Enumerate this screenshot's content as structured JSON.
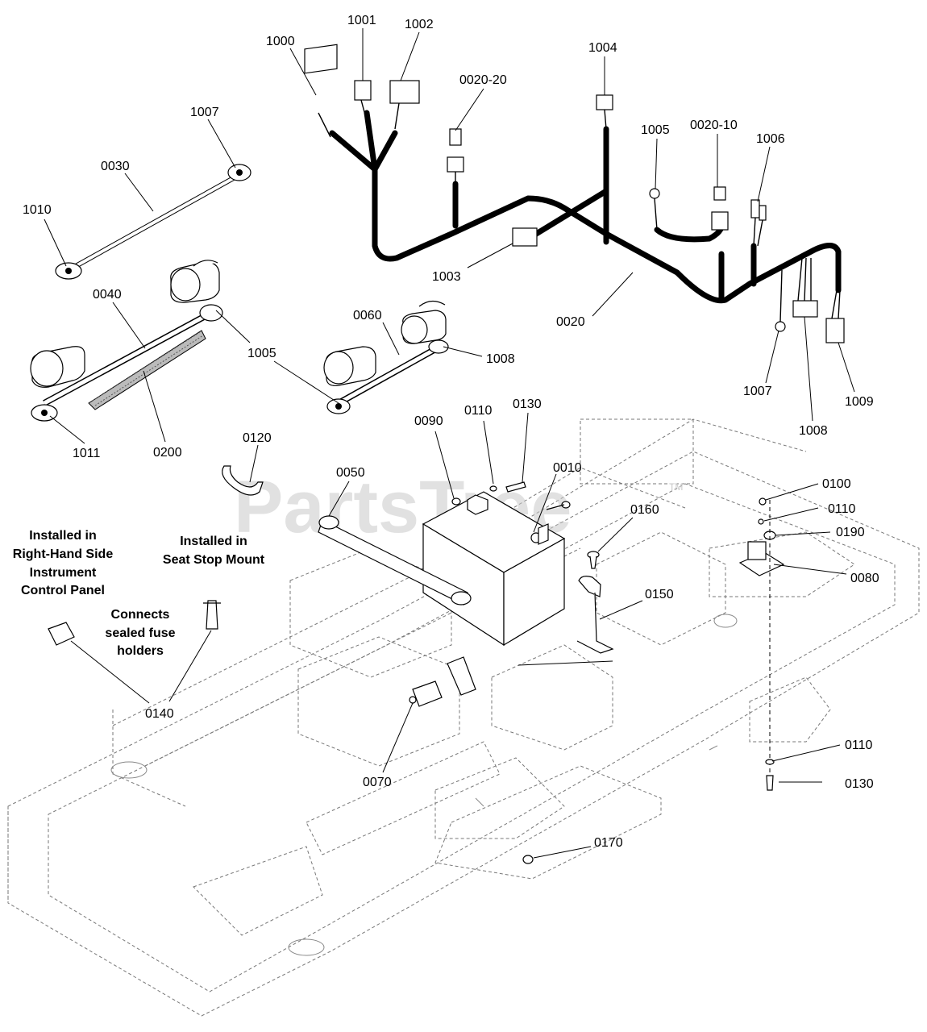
{
  "watermark": {
    "text": "PartsTree",
    "trademark": "TM"
  },
  "callouts": {
    "c1000": "1000",
    "c1001": "1001",
    "c1002": "1002",
    "c0020_20": "0020-20",
    "c1004": "1004",
    "c1005a": "1005",
    "c0020_10": "0020-10",
    "c1006": "1006",
    "c1007a": "1007",
    "c0030": "0030",
    "c1010": "1010",
    "c1003": "1003",
    "c0020": "0020",
    "c0040": "0040",
    "c1005b": "1005",
    "c0060": "0060",
    "c1008a": "1008",
    "c1007b": "1007",
    "c1009": "1009",
    "c1008b": "1008",
    "c1011": "1011",
    "c0200": "0200",
    "c0120": "0120",
    "c0090": "0090",
    "c0110a": "0110",
    "c0130a": "0130",
    "c0010": "0010",
    "c0050": "0050",
    "c0160": "0160",
    "c0100": "0100",
    "c0110b": "0110",
    "c0190": "0190",
    "c0080": "0080",
    "c0150": "0150",
    "c0140": "0140",
    "c0070": "0070",
    "c0110c": "0110",
    "c0130b": "0130",
    "c0170": "0170"
  },
  "notes": {
    "rh_line1": "Installed in",
    "rh_line2": "Right-Hand Side",
    "rh_line3": "Instrument",
    "rh_line4": "Control Panel",
    "seat_line1": "Installed in",
    "seat_line2": "Seat Stop Mount",
    "fuse_line1": "Connects",
    "fuse_line2": "sealed fuse",
    "fuse_line3": "holders"
  }
}
